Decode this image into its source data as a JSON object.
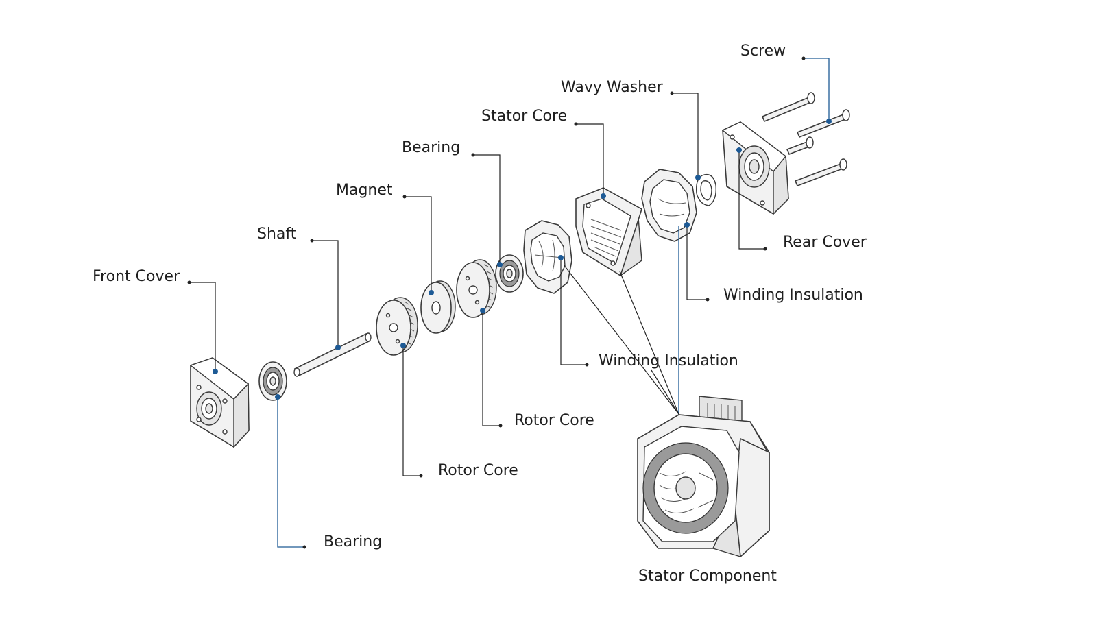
{
  "labels": {
    "screw": "Screw",
    "wavy_washer": "Wavy Washer",
    "stator_core": "Stator Core",
    "bearing_top": "Bearing",
    "magnet": "Magnet",
    "shaft": "Shaft",
    "front_cover": "Front Cover",
    "rear_cover": "Rear Cover",
    "winding_insulation_right": "Winding Insulation",
    "winding_insulation_center": "Winding Insulation",
    "rotor_core_right": "Rotor Core",
    "rotor_core_left": "Rotor Core",
    "bearing_bottom": "Bearing",
    "stator_component": "Stator Component"
  },
  "colors": {
    "leader_line": "#1d5a95",
    "part_fill": "#f2f2f2",
    "outline": "#3a3a3a",
    "text": "#1e1e1e"
  }
}
